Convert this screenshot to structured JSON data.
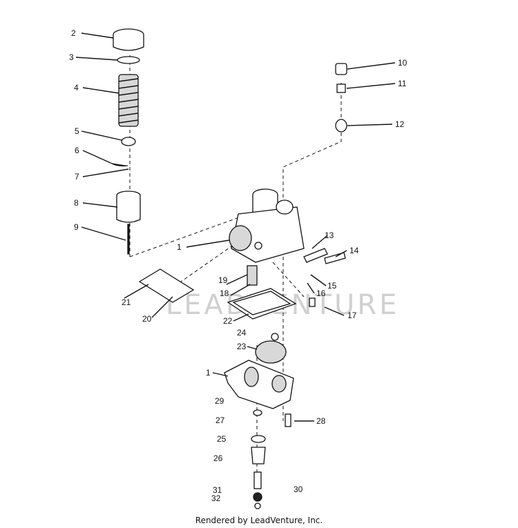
{
  "diagram": {
    "callouts": [
      "1",
      "2",
      "3",
      "4",
      "5",
      "6",
      "7",
      "8",
      "9",
      "10",
      "11",
      "12",
      "13",
      "14",
      "15",
      "16",
      "17",
      "18",
      "19",
      "20",
      "21",
      "22",
      "23",
      "24",
      "1",
      "25",
      "26",
      "27",
      "28",
      "29",
      "30",
      "31",
      "32"
    ],
    "watermark": "LEADVENTURE"
  },
  "footer": {
    "credit": "Rendered by LeadVenture, Inc."
  }
}
